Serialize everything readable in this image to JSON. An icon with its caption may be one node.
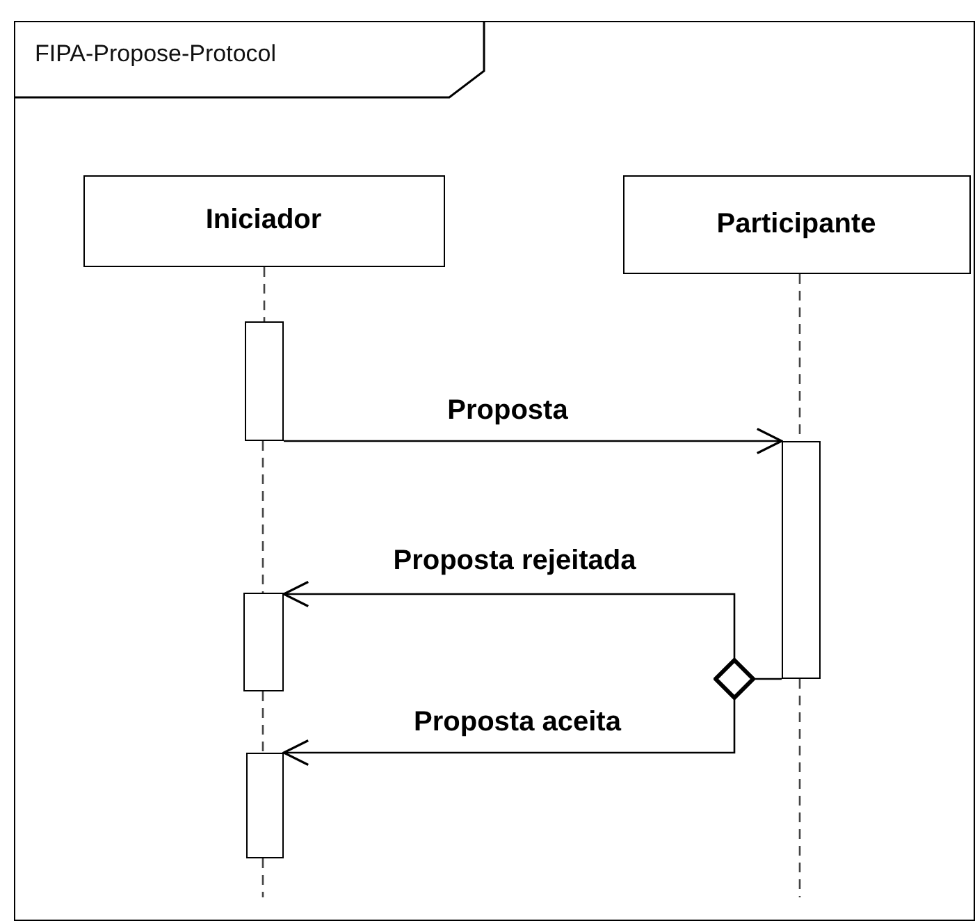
{
  "diagram": {
    "nodes": [
      {
        "text": [
          "FIPA-Propose-Protocol"
        ]
      },
      {
        "text": [
          "Iniciador"
        ],
        "in": 0
      },
      {
        "text": [
          "Participante"
        ],
        "in": 0
      },
      {
        "text": [],
        "shape": "bar",
        "in": 0
      },
      {
        "text": [],
        "shape": "bar",
        "in": 0
      },
      {
        "text": [],
        "shape": "bar",
        "in": 0
      },
      {
        "text": [],
        "shape": "diamond",
        "in": 0
      },
      {
        "text": [],
        "shape": "bar",
        "in": 0
      }
    ],
    "edges": [
      {
        "from": 1,
        "to": 3,
        "arrow": "none",
        "style": "dashed"
      },
      {
        "from": 3,
        "to": 5,
        "arrow": "none",
        "style": "dashed"
      },
      {
        "from": 5,
        "to": 7,
        "arrow": "none",
        "style": "dashed"
      },
      {
        "from": 7,
        "to": null,
        "arrow": "none",
        "style": "dashed"
      },
      {
        "from": 2,
        "to": 4,
        "arrow": "none",
        "style": "dashed"
      },
      {
        "from": 4,
        "to": null,
        "arrow": "none",
        "style": "dashed"
      },
      {
        "from": 3,
        "to": 4,
        "arrow": "to",
        "label": "Proposta"
      },
      {
        "from": 4,
        "to": 6,
        "arrow": "none"
      },
      {
        "from": 6,
        "to": 5,
        "arrow": "to",
        "label": "Proposta rejeitada"
      },
      {
        "from": 6,
        "to": 7,
        "arrow": "to",
        "label": "Proposta aceita"
      }
    ]
  }
}
